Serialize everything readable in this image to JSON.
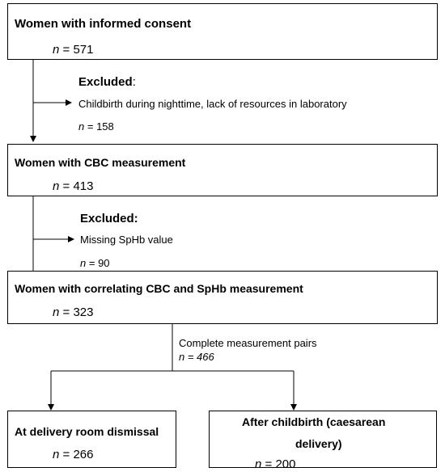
{
  "boxes": {
    "informed_consent": {
      "title": "Women with informed consent",
      "n_label": "n",
      "n_value": "= 571"
    },
    "cbc_measurement": {
      "title": "Women with CBC measurement",
      "n_label": "n",
      "n_value": "= 413"
    },
    "correlating": {
      "title": "Women with correlating CBC and SpHb measurement",
      "n_label": "n",
      "n_value": "= 323"
    },
    "delivery_room": {
      "title": "At delivery room dismissal",
      "n_label": "n",
      "n_value": "= 266"
    },
    "after_childbirth": {
      "title_line1": "After childbirth (caesarean",
      "title_line2": "delivery)",
      "n_label": "n",
      "n_value": "= 200"
    }
  },
  "exclusions": {
    "first": {
      "heading": "Excluded",
      "colon": ":",
      "reason": "Childbirth during nighttime, lack of resources in laboratory",
      "n_label": "n",
      "n_value": "= 158"
    },
    "second": {
      "heading": "Excluded:",
      "reason": "Missing SpHb value",
      "n_label": "n",
      "n_value": "= 90"
    }
  },
  "pairs": {
    "label": "Complete measurement pairs",
    "n_text": "n = 466"
  }
}
